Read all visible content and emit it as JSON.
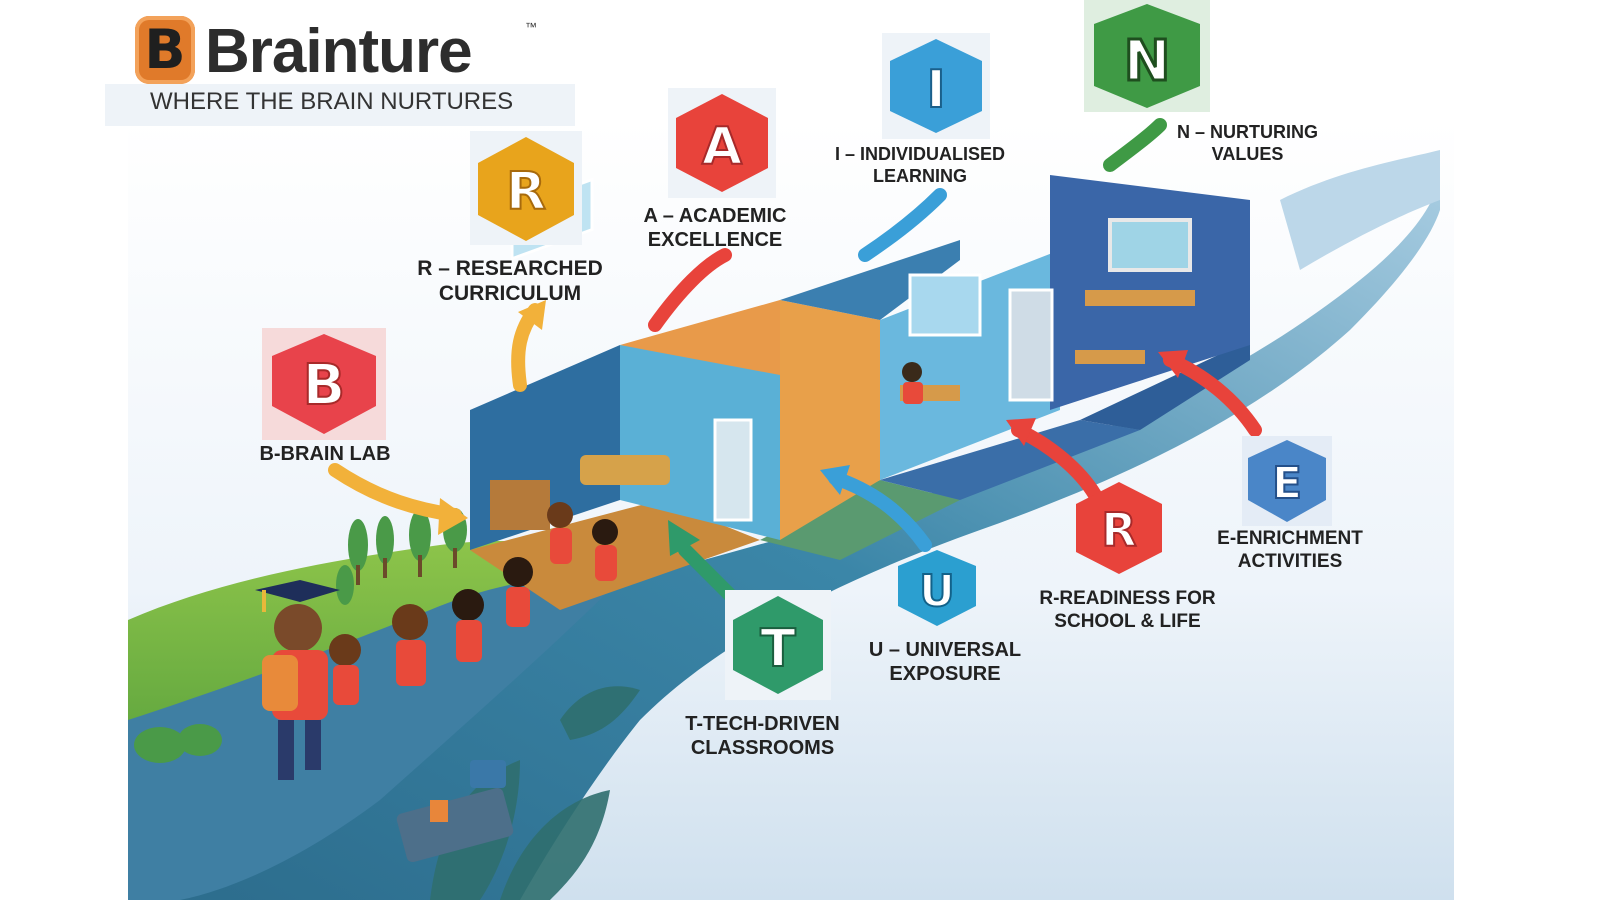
{
  "brand": {
    "name": "Brainture",
    "trademark": "™",
    "mark_letter": "B",
    "tagline": "WHERE THE BRAIN NURTURES"
  },
  "pillars": [
    {
      "letter": "B",
      "label_line1": "B-BRAIN LAB",
      "label_line2": "",
      "color": "#e8434b"
    },
    {
      "letter": "R",
      "label_line1": "R – RESEARCHED",
      "label_line2": "CURRICULUM",
      "color": "#e8a41c"
    },
    {
      "letter": "A",
      "label_line1": "A – ACADEMIC",
      "label_line2": "EXCELLENCE",
      "color": "#e8433b"
    },
    {
      "letter": "I",
      "label_line1": "I – INDIVIDUALISED",
      "label_line2": "LEARNING",
      "color": "#3a9fd8"
    },
    {
      "letter": "N",
      "label_line1": "N – NURTURING",
      "label_line2": "VALUES",
      "color": "#3f9a45"
    },
    {
      "letter": "T",
      "label_line1": "T-TECH-DRIVEN",
      "label_line2": "CLASSROOMS",
      "color": "#2f9a6a"
    },
    {
      "letter": "U",
      "label_line1": "U – UNIVERSAL",
      "label_line2": "EXPOSURE",
      "color": "#2b9fd0"
    },
    {
      "letter": "R",
      "label_line1": "R-READINESS FOR",
      "label_line2": "SCHOOL & LIFE",
      "color": "#e8433b"
    },
    {
      "letter": "E",
      "label_line1": "E-ENRICHMENT",
      "label_line2": "ACTIVITIES",
      "color": "#4a86c8"
    }
  ],
  "icons": {
    "graduation_cap": "graduation-cap-icon",
    "backpack": "backpack-icon"
  }
}
